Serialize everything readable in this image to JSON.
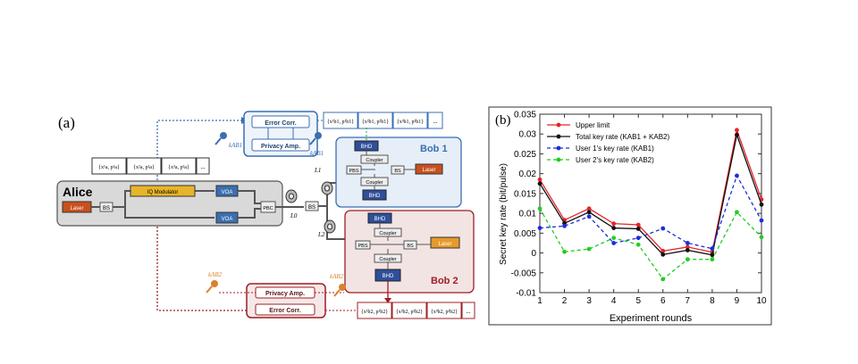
{
  "panel_a": {
    "label": "(a)",
    "alice": "Alice",
    "bob1": "Bob 1",
    "bob2": "Bob 2",
    "laser": "Laser",
    "bs": "BS",
    "pbc": "PBC",
    "pbs": "PBS",
    "vo": "VOA",
    "iq": "IQ Modulator",
    "bhd": "BHD",
    "coupler": "Coupler",
    "error_corr": "Error Corr.",
    "privacy_amp": "Privacy Amp.",
    "l0": "L0",
    "l1": "L1",
    "l2": "L2",
    "k_ab1": "kAB1",
    "k_ab2": "kAB2",
    "alice_data": [
      "{x¹a, p¹a}",
      "{x²a, p²a}",
      "{x³a, p³a}",
      "..."
    ],
    "bob1_data": [
      "{x¹b1, p¹b1}",
      "{x²b1, p²b1}",
      "{x³b1, p³b1}",
      "..."
    ],
    "bob2_data": [
      "{x¹b2, p¹b2}",
      "{x²b2, p²b2}",
      "{x³b2, p³b2}",
      "..."
    ],
    "colors": {
      "bob1": "#3b6fb0",
      "bob2": "#9e1f24",
      "iq": "#e7b52a",
      "laser": "#c8501e",
      "key": "#d9822b"
    }
  },
  "panel_b": {
    "label": "(b)"
  },
  "chart_data": {
    "type": "line",
    "xlabel": "Experiment rounds",
    "ylabel": "Secret key rate (bit/pulse)",
    "x": [
      1,
      2,
      3,
      4,
      5,
      6,
      7,
      8,
      9,
      10
    ],
    "xlim": [
      1,
      10
    ],
    "ylim": [
      -0.01,
      0.035
    ],
    "yticks": [
      -0.01,
      -0.005,
      0,
      0.005,
      0.01,
      0.015,
      0.02,
      0.025,
      0.03,
      0.035
    ],
    "ytick_labels": [
      "-0.01",
      "-0.005",
      "0",
      "0.005",
      "0.01",
      "0.015",
      "0.02",
      "0.025",
      "0.03",
      "0.035"
    ],
    "legend_position": "top-left",
    "series": [
      {
        "name": "Upper limit",
        "color": "#e8232a",
        "dash": false,
        "values": [
          0.0185,
          0.0083,
          0.0112,
          0.0074,
          0.0071,
          0.0005,
          0.0015,
          0.0002,
          0.031,
          0.0135
        ]
      },
      {
        "name": "Total key rate (KAB1 + KAB2)",
        "color": "#111111",
        "dash": false,
        "values": [
          0.0175,
          0.0075,
          0.0103,
          0.0063,
          0.0061,
          -0.0004,
          0.0007,
          -0.0005,
          0.0298,
          0.0122
        ]
      },
      {
        "name": "User 1's key rate (KAB1)",
        "color": "#1a2fd6",
        "dash": true,
        "values": [
          0.0063,
          0.0068,
          0.0092,
          0.0025,
          0.0038,
          0.0062,
          0.0025,
          0.0011,
          0.0195,
          0.0082
        ]
      },
      {
        "name": "User 2's key rate (KAB2)",
        "color": "#22cc22",
        "dash": true,
        "values": [
          0.0112,
          0.0003,
          0.001,
          0.0038,
          0.0021,
          -0.0066,
          -0.0016,
          -0.0016,
          0.0103,
          0.004
        ]
      }
    ]
  }
}
